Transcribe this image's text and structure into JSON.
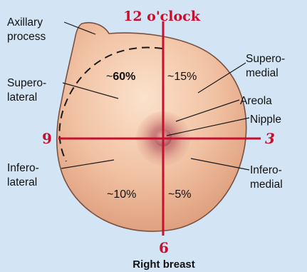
{
  "clock": {
    "top": "12 o'clock",
    "bottom": "6",
    "left": "9",
    "right": "3"
  },
  "labels": {
    "axillary_1": "Axillary",
    "axillary_2": "process",
    "superolateral_1": "Supero-",
    "superolateral_2": "lateral",
    "inferolateral_1": "Infero-",
    "inferolateral_2": "lateral",
    "superomedial_1": "Supero-",
    "superomedial_2": "medial",
    "areola": "Areola",
    "nipple": "Nipple",
    "inferomedial_1": "Infero-",
    "inferomedial_2": "medial"
  },
  "quadrants": {
    "superolateral": {
      "prefix": "~",
      "value": "60%"
    },
    "superomedial": "~15%",
    "inferolateral": "~10%",
    "inferomedial": "~5%"
  },
  "caption": "Right breast",
  "colors": {
    "background": "#d3e5f4",
    "skin": "#f0b898",
    "skin_outline": "#7a5040",
    "areola": "#cf8680",
    "nipple": "#c06c6e",
    "clock_lines": "#c8102e"
  }
}
